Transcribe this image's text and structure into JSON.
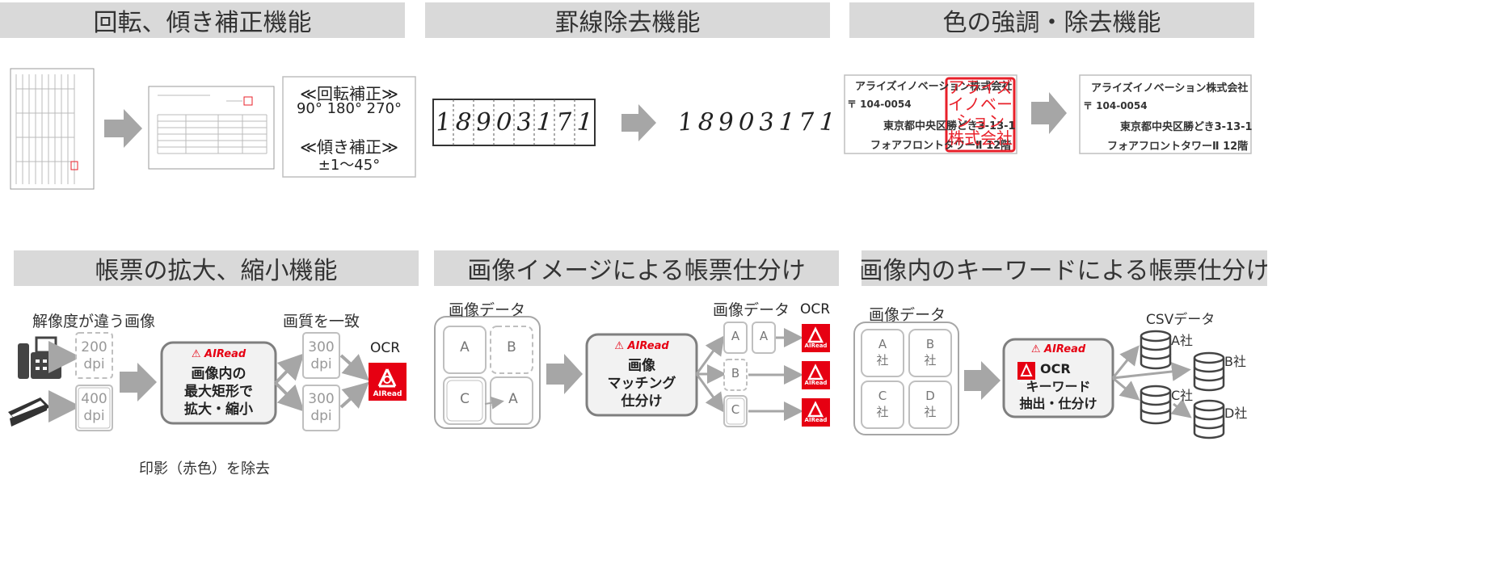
{
  "headers": {
    "rotation": "回転、傾き補正機能",
    "ruled_line": "罫線除去機能",
    "color": "色の強調・除去機能",
    "scaling": "帳票の拡大、縮小機能",
    "image_sort": "画像イメージによる帳票仕分け",
    "keyword_sort": "画像内のキーワードによる帳票仕分け"
  },
  "rotation": {
    "rotate_title": "≪回転補正≫",
    "rotate_values": "90°  180°  270°",
    "tilt_title": "≪傾き補正≫",
    "tilt_values": "±1〜45°"
  },
  "ruled": {
    "digits": [
      "1",
      "8",
      "9",
      "0",
      "3",
      "1",
      "7",
      "1"
    ]
  },
  "color_demo": {
    "company": "アライズイノベーション株式会社",
    "postal": "〒 104-0054",
    "address": "東京都中央区勝どき3-13-1",
    "building": "フォアフロントタワーⅡ 12階",
    "stamp_lines": [
      "アライズ",
      "イノベー",
      "ション",
      "株式会社"
    ],
    "caption": "印影（赤色）を除去"
  },
  "scaling": {
    "source_label": "解像度が違う画像",
    "dpi_200": "200",
    "dpi_400": "400",
    "dpi_unit": "dpi",
    "brand": "AIRead",
    "process_lines": [
      "画像内の",
      "最大矩形で",
      "拡大・縮小"
    ],
    "match_label": "画質を一致",
    "dpi_300": "300",
    "ocr_label": "OCR",
    "ocr_brand": "AIRead"
  },
  "image_sort": {
    "input_label": "画像データ",
    "cells": [
      "A",
      "B",
      "C",
      "A"
    ],
    "brand": "AIRead",
    "process_lines": [
      "画像",
      "マッチング",
      "仕分け"
    ],
    "output_label": "画像データ",
    "ocr_label": "OCR",
    "out_cells": [
      "A",
      "A",
      "B",
      "C"
    ],
    "ocr_brand": "AIRead"
  },
  "keyword_sort": {
    "input_label": "画像データ",
    "cells": [
      "A\n社",
      "B\n社",
      "C\n社",
      "D\n社"
    ],
    "brand": "AIRead",
    "ocr_label": "OCR",
    "ocr_brand": "AIRead",
    "process_lines": [
      "キーワード",
      "抽出・仕分け"
    ],
    "output_label": "CSVデータ",
    "companies": [
      "A社",
      "B社",
      "C社",
      "D社"
    ]
  },
  "colors": {
    "header_bg": "#d9d9d9",
    "arrow": "#a6a6a6",
    "brand_red": "#e60012",
    "stamp_red": "#e8202a",
    "box_border": "#7f7f7f"
  }
}
